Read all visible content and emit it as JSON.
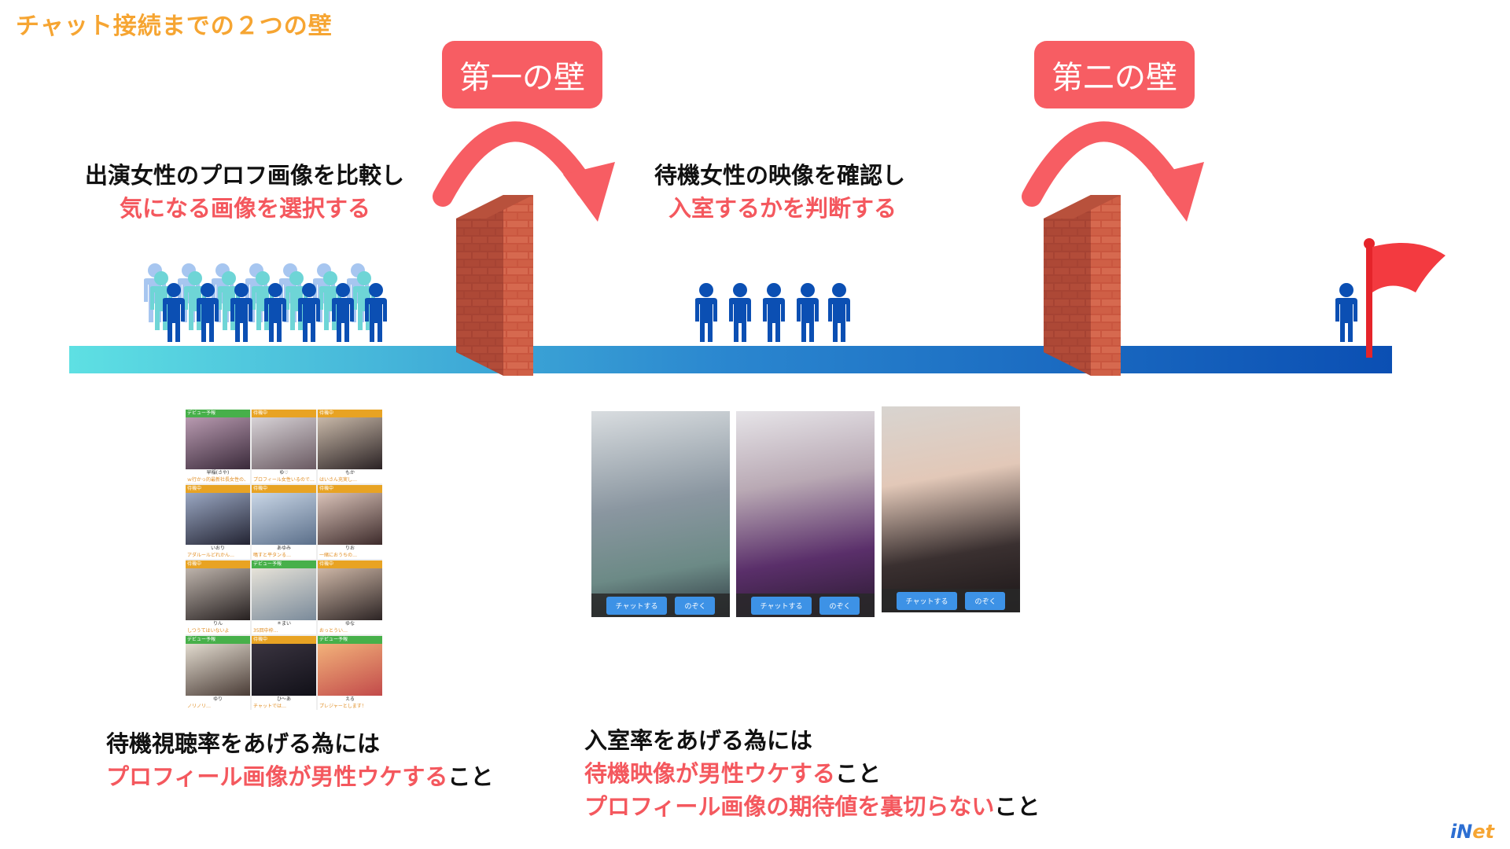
{
  "title": "チャット接続までの２つの壁",
  "walls": [
    {
      "label": "第一の壁"
    },
    {
      "label": "第二の壁"
    }
  ],
  "stage1": {
    "line1": "出演女性のプロフ画像を比較し",
    "line2": "気になる画像を選択する"
  },
  "stage2": {
    "line1": "待機女性の映像を確認し",
    "line2": "入室するかを判断する"
  },
  "profile_grid": {
    "cells": [
      {
        "tag": "デビュー予報",
        "name": "早稲(さや)",
        "msg": "ｗ行かっ的最新社長女性の、",
        "tag_color": "#47b04a"
      },
      {
        "tag": "待機中",
        "name": "ゆ♡",
        "msg": "プロフィール女性いるので…",
        "tag_color": "#e8a323"
      },
      {
        "tag": "待機中",
        "name": "もか",
        "msg": "はいさん充実し…",
        "tag_color": "#e8a323"
      },
      {
        "tag": "待機中",
        "name": "いおり",
        "msg": "アダルールどれかん…",
        "tag_color": "#e8a323"
      },
      {
        "tag": "待機中",
        "name": "あゆみ",
        "msg": "鳴すと平タンる…",
        "tag_color": "#e8a323"
      },
      {
        "tag": "待機中",
        "name": "りお",
        "msg": "一緒におうちの…",
        "tag_color": "#e8a323"
      },
      {
        "tag": "待機中",
        "name": "りん",
        "msg": "しつうてはいないよ",
        "tag_color": "#e8a323"
      },
      {
        "tag": "デビュー予報",
        "name": "＊まい",
        "msg": "35回中枠…",
        "tag_color": "#47b04a"
      },
      {
        "tag": "待機中",
        "name": "ゆな",
        "msg": "おっとうい…",
        "tag_color": "#e8a323"
      },
      {
        "tag": "デビュー予報",
        "name": "ゆり",
        "msg": "ノリノリ…",
        "tag_color": "#47b04a"
      },
      {
        "tag": "待機中",
        "name": "ひ〜あ",
        "msg": "チャットでは…",
        "tag_color": "#e8a323"
      },
      {
        "tag": "デビュー予報",
        "name": "える",
        "msg": "プレジャーとします！",
        "tag_color": "#47b04a"
      }
    ]
  },
  "video_cards": [
    {
      "chat_label": "チャットする",
      "peek_label": "のぞく"
    },
    {
      "chat_label": "チャットする",
      "peek_label": "のぞく"
    },
    {
      "chat_label": "チャットする",
      "peek_label": "のぞく"
    }
  ],
  "bottom_left": {
    "line1": "待機視聴率をあげる為には",
    "line2_red": "プロフィール画像が男性ウケする",
    "line2_tail": "こと"
  },
  "bottom_right": {
    "line1": "入室率をあげる為には",
    "line2_red": "待機映像が男性ウケする",
    "line2_tail": "こと",
    "line3_red": "プロフィール画像の期待値を裏切らない",
    "line3_tail": "こと"
  },
  "logo": {
    "part1": "iN",
    "part2": "et"
  },
  "colors": {
    "accent_red": "#f4585e",
    "title_orange": "#f6a532",
    "bar_start": "#5ee0e3",
    "bar_end": "#0b4fb3",
    "person_dark": "#0b4fb3"
  }
}
